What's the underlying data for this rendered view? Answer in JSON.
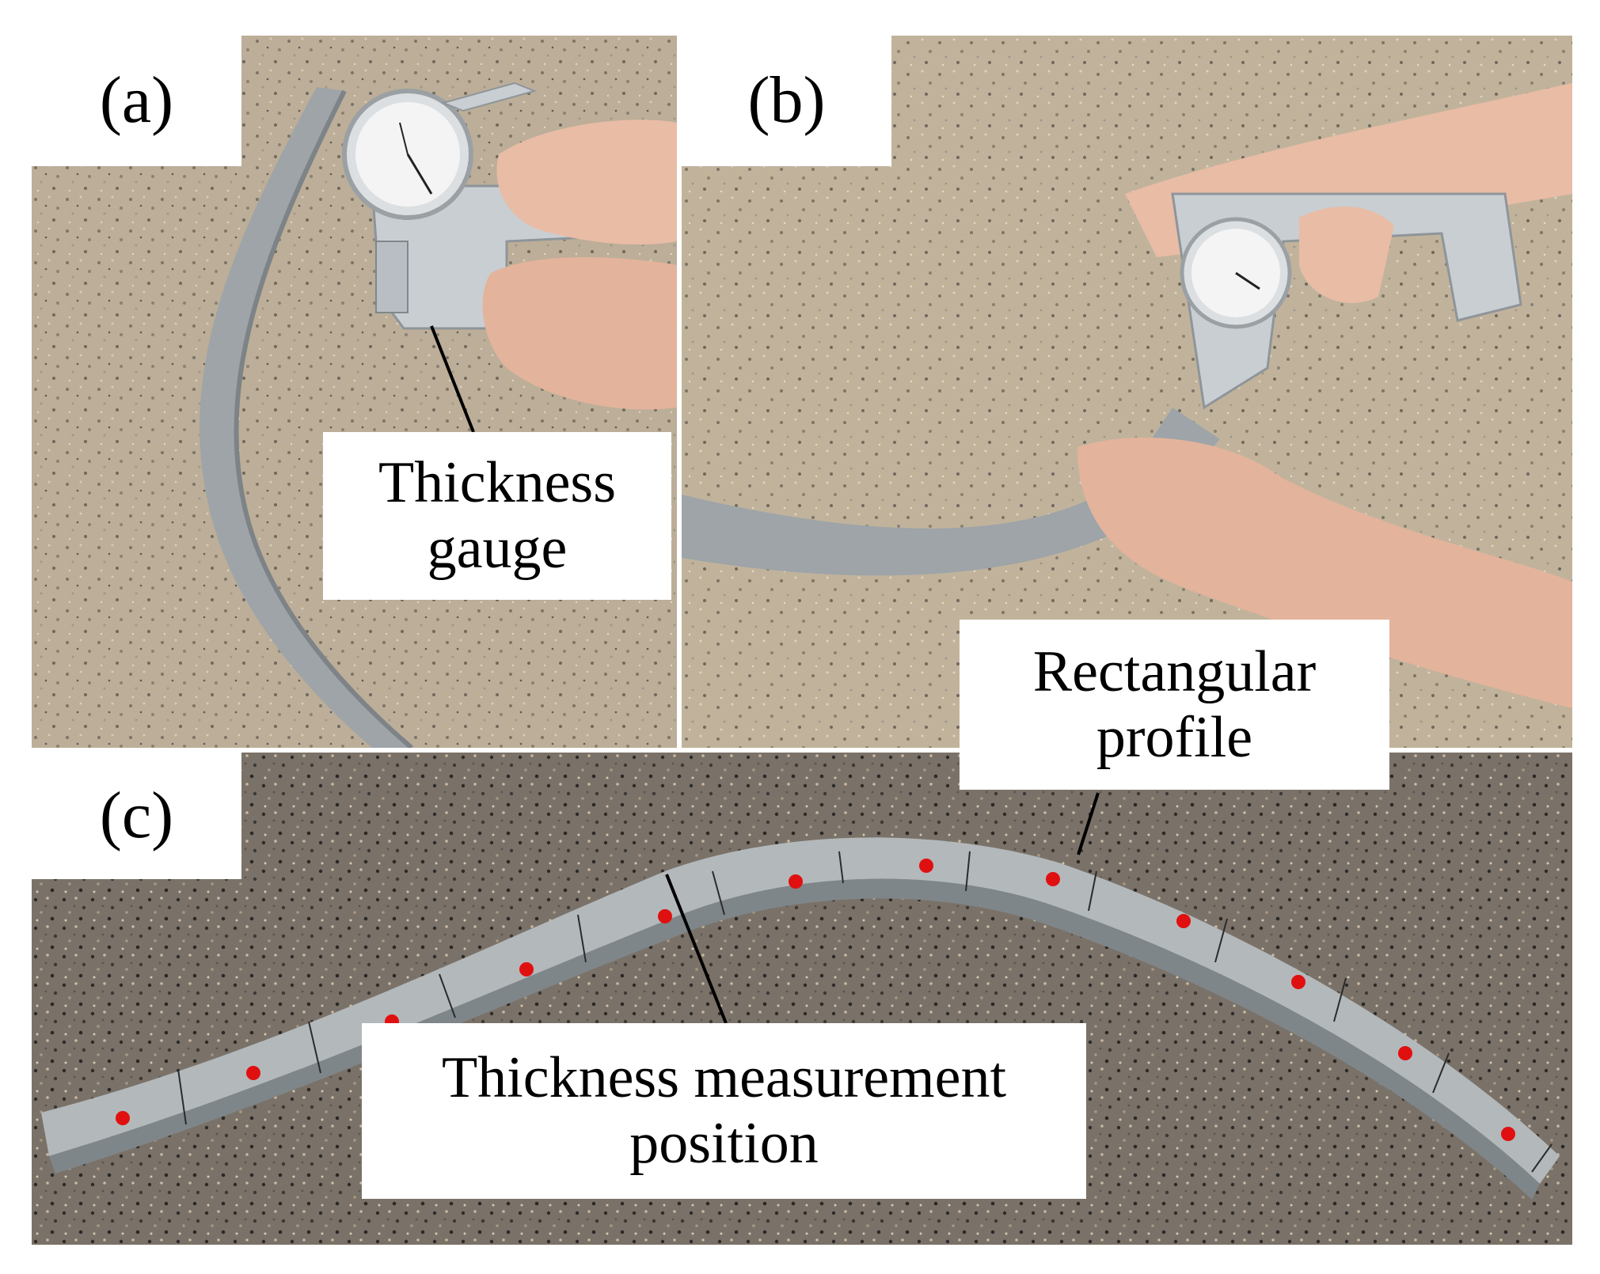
{
  "panels": {
    "a": {
      "letter": "(a)"
    },
    "b": {
      "letter": "(b)"
    },
    "c": {
      "letter": "(c)"
    }
  },
  "callouts": {
    "thickness_gauge": {
      "line1": "Thickness",
      "line2": "gauge"
    },
    "rectangular_profile": {
      "line1": "Rectangular",
      "line2": "profile"
    },
    "measurement_position": {
      "line1": "Thickness measurement",
      "line2": "position"
    }
  },
  "colors": {
    "floor": "#b9ab95",
    "floor_dark": "#6f6a63",
    "profile": "#9ea4a8",
    "gauge": "#c9ced2",
    "dial": "#f4f4f4",
    "skin": "#e9bca6",
    "marker": "#e01010"
  }
}
